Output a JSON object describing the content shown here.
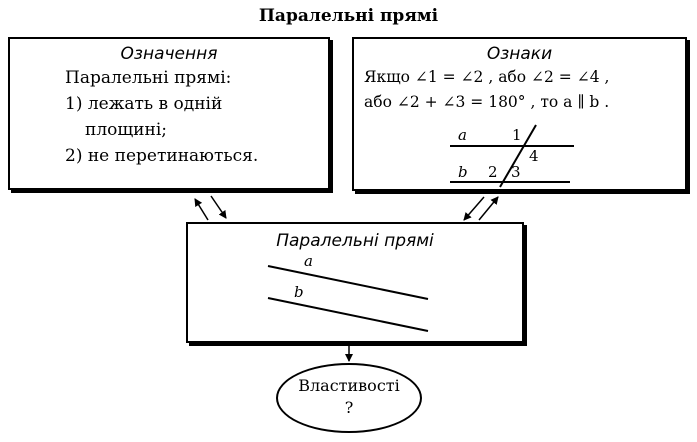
{
  "title": "Паралельні прямі",
  "definition": {
    "heading": "Означення",
    "lines": [
      "Паралельні прямі:",
      "1) лежать в одній",
      "площині;",
      "2) не перетинаються."
    ]
  },
  "signs": {
    "heading": "Ознаки",
    "line1": "Якщо ∠1 = ∠2 , або ∠2 = ∠4 ,",
    "line2": "або ∠2 + ∠3 = 180° , то a ∥ b .",
    "figure_labels": {
      "a": "a",
      "b": "b",
      "angle1": "1",
      "angle2": "2",
      "angle3": "3",
      "angle4": "4"
    }
  },
  "center": {
    "heading": "Паралельні прямі",
    "label_a": "a",
    "label_b": "b"
  },
  "properties": {
    "label": "Властивості",
    "question": "?"
  }
}
